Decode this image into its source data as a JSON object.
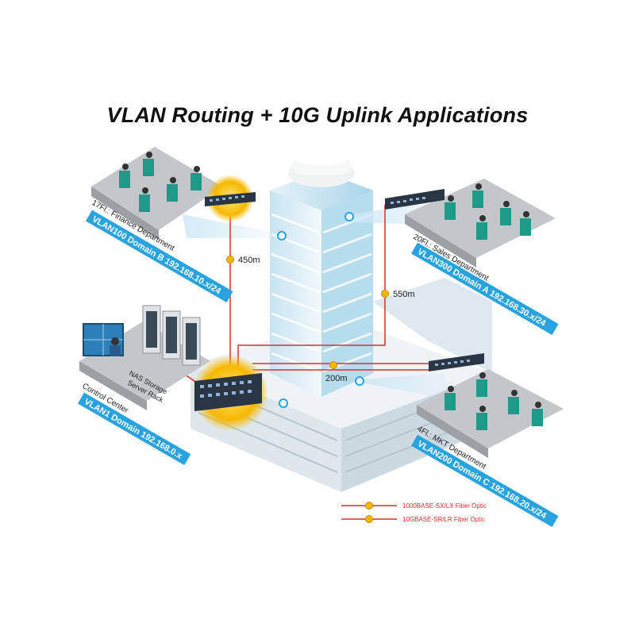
{
  "title": "VLAN Routing + 10G Uplink Applications",
  "departments": [
    {
      "name": "17Fl.: Finance Department",
      "vlan": "VLAN100 Domain B 192.168.10.x/24"
    },
    {
      "name": "20Fl.: Sales Department",
      "vlan": "VLAN300 Domain A 192.168.30.x/24"
    },
    {
      "name": "Control Center",
      "vlan": "VLAN1 Domain 192.168.0.x"
    },
    {
      "name": "4Fl.: MKT Department",
      "vlan": "VLAN200 Domain C 192.168.20.x/24"
    }
  ],
  "server_rack_label_line1": "NAS Storage",
  "server_rack_label_line2": "Server Rack",
  "distances": [
    "450m",
    "550m",
    "200m"
  ],
  "legend": [
    {
      "label": "1000BASE-SX/LX Fiber Optic",
      "color": "#d9302c"
    },
    {
      "label": "10GBASE-SR/LR Fiber Optic",
      "color": "#d9302c"
    }
  ],
  "colors": {
    "vlan_banner": "#29a3df",
    "fiber": "#d9302c",
    "switch_glow": "#f5b800",
    "building_glass": "#bfe2f2",
    "floor_gray": "#b8bcbf"
  }
}
